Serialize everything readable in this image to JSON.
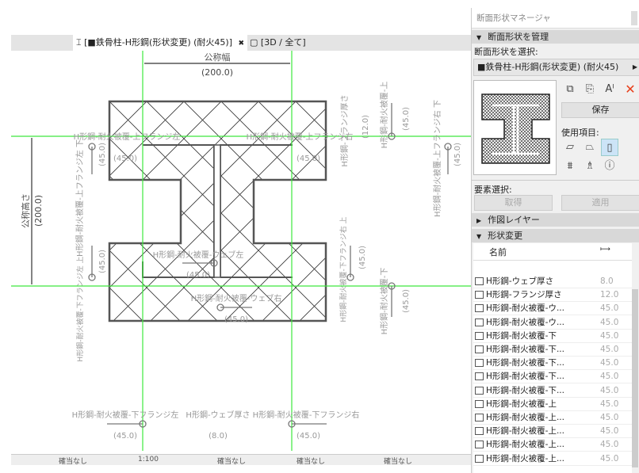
{
  "tabs": [
    {
      "icon": "h-beam-icon",
      "label": "[■鉄骨柱-H形鋼(形状変更) (耐火45)]",
      "close": "✖"
    },
    {
      "icon": "3d-view-icon",
      "label": "[3D / 全て]"
    }
  ],
  "drawing": {
    "width_label": "公称幅",
    "width_value": "(200.0)",
    "height_label": "公称高さ",
    "height_value": "(200.0)",
    "dims": [
      {
        "label": "H形鋼-耐火被覆-上フランジ左",
        "value": "(45.0)"
      },
      {
        "label": "H形鋼-耐火被覆-上フランジ右",
        "value": "(45.0)"
      },
      {
        "label": "H形鋼-耐火被覆-上フランジ左 下",
        "value": "(45.0)"
      },
      {
        "label": "H形鋼-耐火被覆-上フランジ右 下",
        "value": "(45.0)"
      },
      {
        "label": "H形鋼-フランジ厚さ",
        "value": "(12.0)"
      },
      {
        "label": "H形鋼-耐火被覆-上",
        "value": "(45.0)"
      },
      {
        "label": "H形鋼-耐火被覆-下フランジ左 上",
        "value": "(45.0)"
      },
      {
        "label": "H形鋼-耐火被覆-下フランジ右 上",
        "value": "(45.0)"
      },
      {
        "label": "H形鋼-耐火被覆-ウェブ左",
        "value": "(45.0)"
      },
      {
        "label": "H形鋼-耐火被覆-ウェブ右",
        "value": "(45.0)"
      },
      {
        "label": "H形鋼-耐火被覆-下",
        "value": "(45.0)"
      },
      {
        "label": "H形鋼-耐火被覆-下フランジ左",
        "value": "(45.0)"
      },
      {
        "label": "H形鋼-ウェブ厚さ",
        "value": "(8.0)"
      },
      {
        "label": "H形鋼-耐火被覆-下フランジ右",
        "value": "(45.0)"
      }
    ]
  },
  "status": {
    "items": [
      "確当なし",
      "1:100",
      "確当なし",
      "確当なし",
      "確当なし"
    ]
  },
  "panel": {
    "title": "断面形状マネージャ",
    "manage_header": "断面形状を管理",
    "select_label": "断面形状を選択:",
    "selected_profile": "■鉄骨柱-H形鋼(形状変更) (耐火45)",
    "save_label": "保存",
    "usage_label": "使用項目:",
    "element_select_label": "要素選択:",
    "get_label": "取得",
    "apply_label": "適用",
    "layer_header": "作図レイヤー",
    "shape_header": "形状変更",
    "list_header_name": "名前",
    "list_header_value": "⟼",
    "rows": [
      {
        "name": "H形鋼-ウェブ厚さ",
        "value": "8.0"
      },
      {
        "name": "H形鋼-フランジ厚さ",
        "value": "12.0"
      },
      {
        "name": "H形鋼-耐火被覆-ウ...",
        "value": "45.0"
      },
      {
        "name": "H形鋼-耐火被覆-ウ...",
        "value": "45.0"
      },
      {
        "name": "H形鋼-耐火被覆-下",
        "value": "45.0"
      },
      {
        "name": "H形鋼-耐火被覆-下...",
        "value": "45.0"
      },
      {
        "name": "H形鋼-耐火被覆-下...",
        "value": "45.0"
      },
      {
        "name": "H形鋼-耐火被覆-下...",
        "value": "45.0"
      },
      {
        "name": "H形鋼-耐火被覆-下...",
        "value": "45.0"
      },
      {
        "name": "H形鋼-耐火被覆-上",
        "value": "45.0"
      },
      {
        "name": "H形鋼-耐火被覆-上...",
        "value": "45.0"
      },
      {
        "name": "H形鋼-耐火被覆-上...",
        "value": "45.0"
      },
      {
        "name": "H形鋼-耐火被覆-上...",
        "value": "45.0"
      },
      {
        "name": "H形鋼-耐火被覆-上...",
        "value": "45.0"
      }
    ]
  },
  "colors": {
    "guide": "#3ee83e",
    "delete": "#e8401c",
    "selected_tool": "#cce4f7"
  }
}
